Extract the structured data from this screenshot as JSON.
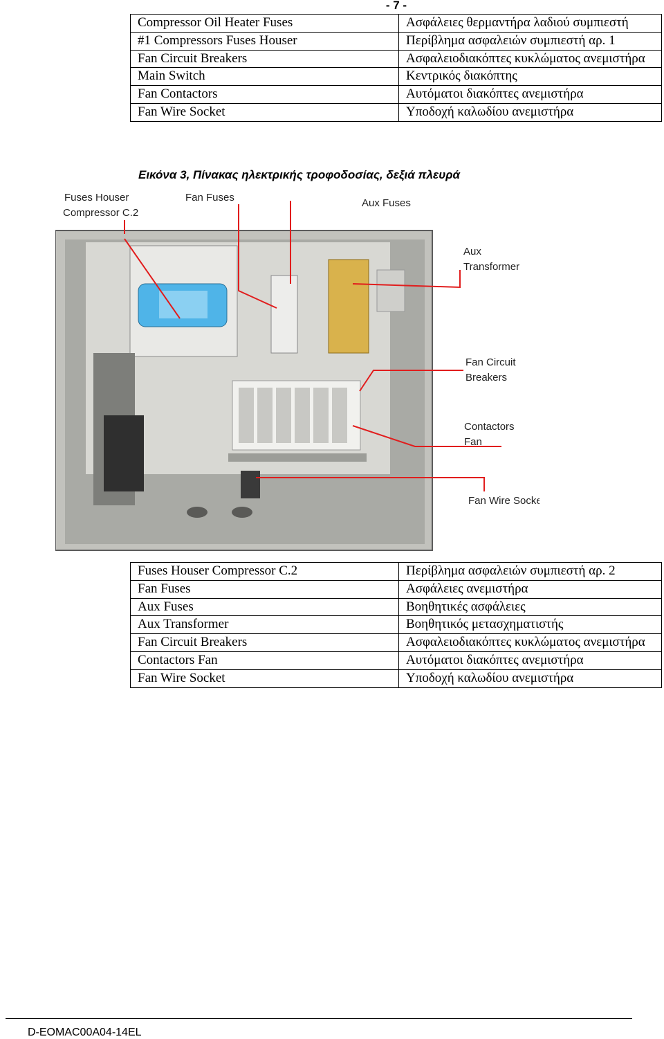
{
  "page": {
    "number": "- 7 -",
    "footer": "D-EOMAC00A04-14EL"
  },
  "table_top": {
    "rows": [
      {
        "en": "Compressor Oil Heater Fuses",
        "el": "Ασφάλειες θερμαντήρα λαδιού συμπιεστή"
      },
      {
        "en": "#1 Compressors Fuses Houser",
        "el": "Περίβλημα ασφαλειών συμπιεστή αρ. 1"
      },
      {
        "en": "Fan Circuit Breakers",
        "el": "Ασφαλειοδιακόπτες κυκλώματος ανεμιστήρα"
      },
      {
        "en": "Main Switch",
        "el": "Κεντρικός διακόπτης"
      },
      {
        "en": "Fan Contactors",
        "el": "Αυτόματοι διακόπτες ανεμιστήρα"
      },
      {
        "en": "Fan Wire Socket",
        "el": "Υποδοχή καλωδίου ανεμιστήρα"
      }
    ]
  },
  "figure": {
    "caption": "Εικόνα 3, Πίνακας ηλεκτρικής τροφοδοσίας, δεξιά πλευρά",
    "callouts": {
      "fuses_houser_1": "Fuses Houser",
      "fuses_houser_2": "Compressor C.2",
      "fan_fuses": "Fan Fuses",
      "aux_fuses": "Aux Fuses",
      "aux_transformer_1": "Aux",
      "aux_transformer_2": "Transformer",
      "fan_circuit_1": "Fan Circuit",
      "fan_circuit_2": "Breakers",
      "contactors_1": "Contactors",
      "contactors_2": "Fan",
      "fan_wire_socket": "Fan Wire Socket"
    },
    "colors": {
      "callout_line": "#e11d1d",
      "cabinet": "#b7b7b2",
      "fuse_blue": "#4fb4e8"
    }
  },
  "table_bottom": {
    "rows": [
      {
        "en": "Fuses Houser Compressor C.2",
        "el": "Περίβλημα ασφαλειών συμπιεστή αρ. 2"
      },
      {
        "en": "Fan Fuses",
        "el": "Ασφάλειες ανεμιστήρα"
      },
      {
        "en": "Aux Fuses",
        "el": "Βοηθητικές ασφάλειες"
      },
      {
        "en": "Aux Transformer",
        "el": "Βοηθητικός μετασχηματιστής"
      },
      {
        "en": "Fan Circuit Breakers",
        "el": "Ασφαλειοδιακόπτες κυκλώματος ανεμιστήρα"
      },
      {
        "en": "Contactors Fan",
        "el": "Αυτόματοι διακόπτες ανεμιστήρα"
      },
      {
        "en": "Fan Wire Socket",
        "el": "Υποδοχή καλωδίου ανεμιστήρα"
      }
    ]
  }
}
